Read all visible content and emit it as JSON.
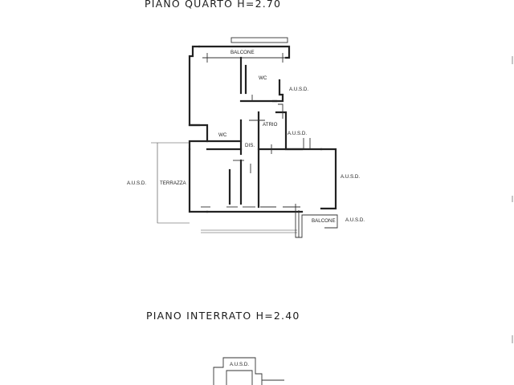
{
  "titles": {
    "top_floor": "PIANO QUARTO H=2.70",
    "basement": "PIANO INTERRATO H=2.40"
  },
  "labels": {
    "balcone_top": "BALCONE",
    "wc_top": "WC",
    "ausd_right_top": "A.U.S.D.",
    "atrio": "ATRIO",
    "ausd_mid": "A.U.S.D.",
    "wc_mid": "WC",
    "dis": "DIS.",
    "ausd_left": "A.U.S.D.",
    "terrazza": "TERRAZZA",
    "ausd_right_low": "A.U.S.D.",
    "balcone_bottom": "BALCONE",
    "ausd_bottom": "A.U.S.D.",
    "ausd_basement_top": "A.U.S.D."
  }
}
